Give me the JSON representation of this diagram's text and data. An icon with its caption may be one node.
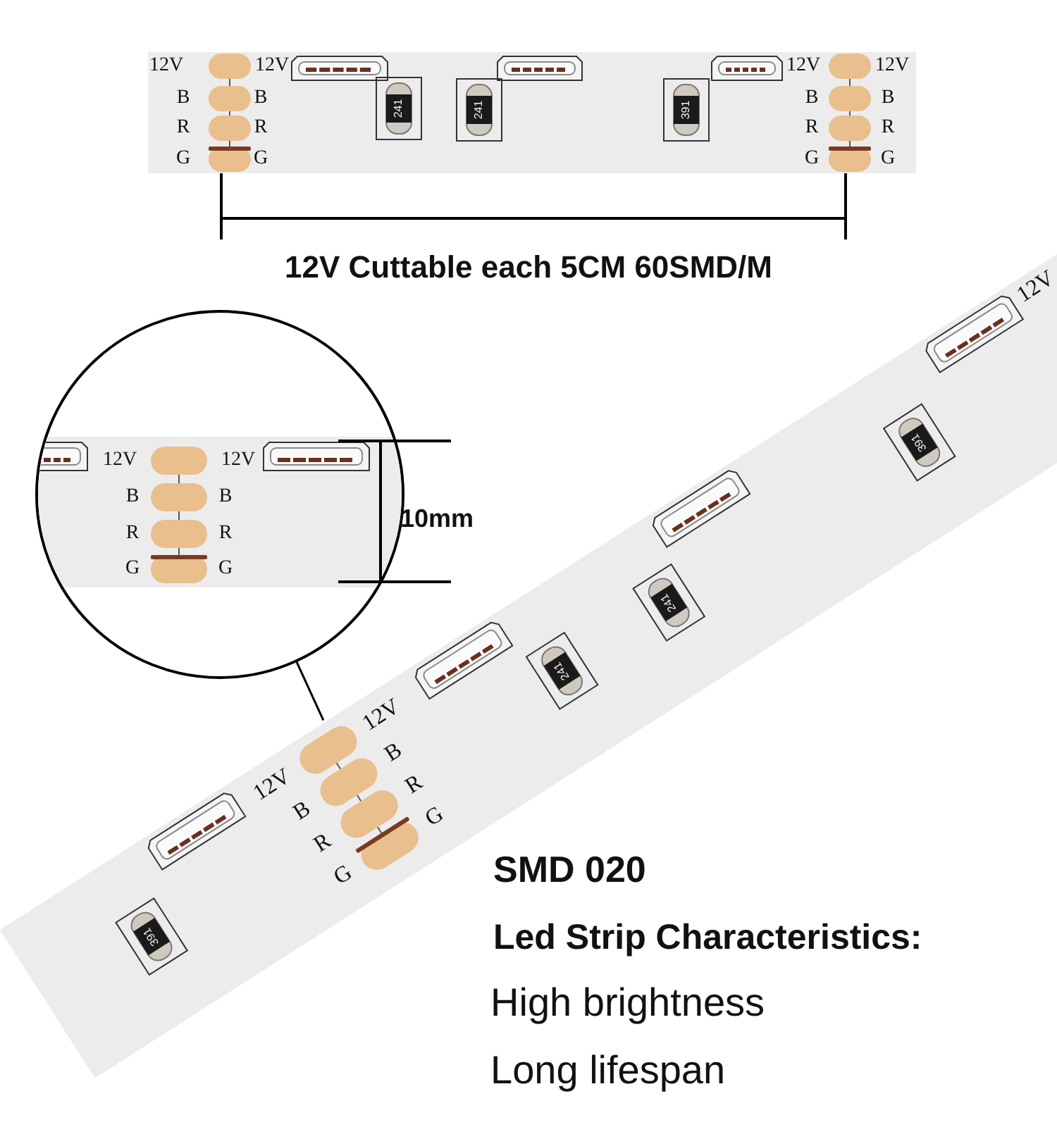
{
  "diagram": {
    "nodes": [
      {
        "text": [],
        "shape": "circle"
      },
      {
        "text": [],
        "shape": "picture"
      }
    ],
    "edges": [
      {
        "from": 0,
        "to": 1,
        "arrow": "none"
      }
    ],
    "labels": [
      "12V",
      "12V",
      "B",
      "B",
      "R",
      "R",
      "G",
      "G",
      "241",
      "241",
      "391",
      "12V",
      "12V",
      "B",
      "B",
      "R",
      "R",
      "G",
      "G",
      "12V Cuttable each 5CM 60SMD/M",
      "12V",
      "12V",
      "B",
      "B",
      "R",
      "R",
      "G",
      "G",
      "10mm",
      "12V",
      "391",
      "241",
      "241",
      "12V",
      "12V",
      "B",
      "B",
      "R",
      "R",
      "G",
      "G",
      "391",
      "SMD 020",
      "Led Strip Characteristics:",
      "High brightness",
      "Long lifespan"
    ]
  }
}
